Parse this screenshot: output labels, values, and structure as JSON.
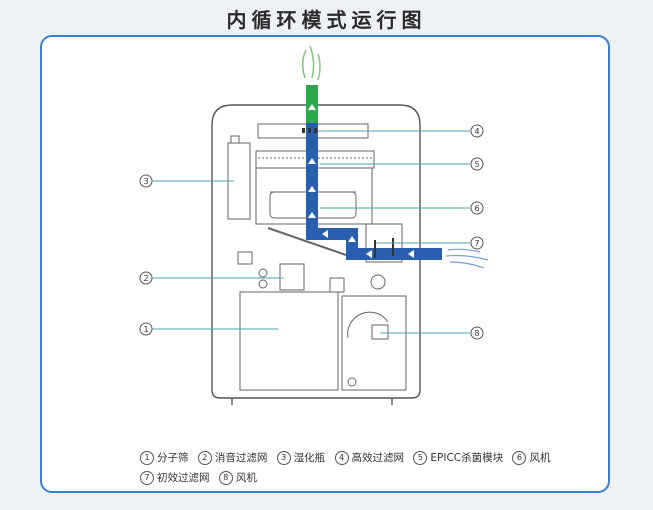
{
  "title": "内循环模式运行图",
  "callouts": [
    {
      "id": 1,
      "symbol": "1"
    },
    {
      "id": 2,
      "symbol": "2"
    },
    {
      "id": 3,
      "symbol": "3"
    },
    {
      "id": 4,
      "symbol": "4"
    },
    {
      "id": 5,
      "symbol": "5"
    },
    {
      "id": 6,
      "symbol": "6"
    },
    {
      "id": 7,
      "symbol": "7"
    },
    {
      "id": 8,
      "symbol": "8"
    }
  ],
  "legend": [
    {
      "id": 1,
      "symbol": "1",
      "label": "分子筛"
    },
    {
      "id": 2,
      "symbol": "2",
      "label": "消音过滤网"
    },
    {
      "id": 3,
      "symbol": "3",
      "label": "湿化瓶"
    },
    {
      "id": 4,
      "symbol": "4",
      "label": "高效过滤网"
    },
    {
      "id": 5,
      "symbol": "5",
      "label": "EPICC杀菌模块"
    },
    {
      "id": 6,
      "symbol": "6",
      "label": "风机"
    },
    {
      "id": 7,
      "symbol": "7",
      "label": "初效过滤网"
    },
    {
      "id": 8,
      "symbol": "8",
      "label": "风机"
    }
  ],
  "colors": {
    "panel_border": "#3a7fd0",
    "airflow_blue": "#2a5fb0",
    "airflow_green": "#2ea84a",
    "callout_line": "#4aa9b0",
    "machine_line": "#555555"
  }
}
